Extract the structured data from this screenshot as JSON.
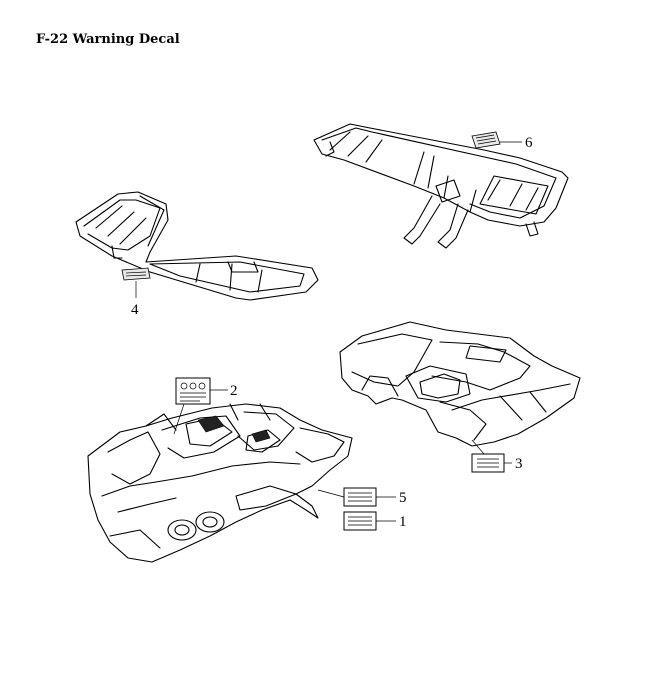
{
  "title": "F-22 Warning Decal",
  "callouts": [
    {
      "id": "1",
      "label": "1"
    },
    {
      "id": "2",
      "label": "2"
    },
    {
      "id": "3",
      "label": "3"
    },
    {
      "id": "4",
      "label": "4"
    },
    {
      "id": "5",
      "label": "5"
    },
    {
      "id": "6",
      "label": "6"
    }
  ],
  "parts": [
    {
      "name": "front-rack"
    },
    {
      "name": "rear-rack"
    },
    {
      "name": "rear-fender"
    },
    {
      "name": "front-fender"
    }
  ]
}
